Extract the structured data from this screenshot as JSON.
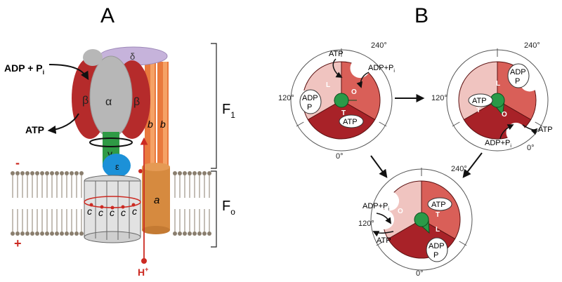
{
  "panel_a": {
    "title": "A",
    "adp_pi": "ADP + P",
    "adp_pi_sub": "i",
    "atp": "ATP",
    "delta": "δ",
    "beta_left": "β",
    "alpha": "α",
    "beta_right": "β",
    "b1": "b",
    "b2": "b",
    "gamma": "γ",
    "epsilon": "ε",
    "c_subunits": [
      "c",
      "c",
      "c",
      "c",
      "c"
    ],
    "a_subunit": "a",
    "f1_label": "F",
    "f1_sub": "1",
    "fo_label": "F",
    "fo_sub": "o",
    "minus": "-",
    "plus": "+",
    "proton": "H",
    "proton_sup": "+"
  },
  "panel_b": {
    "title": "B",
    "rotor1": {
      "deg240": "240°",
      "deg120": "120°",
      "deg0": "0°",
      "atp_out": "ATP",
      "adp_in": "ADP+P",
      "adp_in_sub": "i",
      "bound_l_1": "ADP",
      "bound_l_2": "P",
      "bound_t": "ATP",
      "site_l": "L",
      "site_o": "O",
      "site_t": "T"
    },
    "rotor2": {
      "deg240": "240°",
      "deg120": "120°",
      "deg0": "0°",
      "atp_out": "ATP",
      "adp_in": "ADP+P",
      "adp_in_sub": "i",
      "bound_l_1": "ADP",
      "bound_l_2": "P",
      "bound_t": "ATP",
      "site_l": "L",
      "site_o": "O",
      "site_t": "T"
    },
    "rotor3": {
      "deg240": "240°",
      "deg120": "120°",
      "deg0": "0°",
      "atp_out": "ATP",
      "adp_in": "ADP+P",
      "adp_in_sub": "i",
      "bound_l_1": "ADP",
      "bound_l_2": "P",
      "bound_t": "ATP",
      "site_l": "L",
      "site_o": "O",
      "site_t": "T"
    }
  },
  "colors": {
    "beta": "#b8302c",
    "alpha": "#b8b8b8",
    "delta": "#c8b6de",
    "stator_b": "#f0874a",
    "gamma": "#2e9a45",
    "epsilon": "#1c8fd6",
    "a_subunit": "#d8893c",
    "c_ring": "#e2e2e2",
    "lipid": "#8a7e6e",
    "proton": "#cc2a22",
    "site_dark": "#a82228",
    "site_mid": "#d95f58",
    "site_light": "#f0c4c0",
    "shaft": "#2a9a48"
  }
}
